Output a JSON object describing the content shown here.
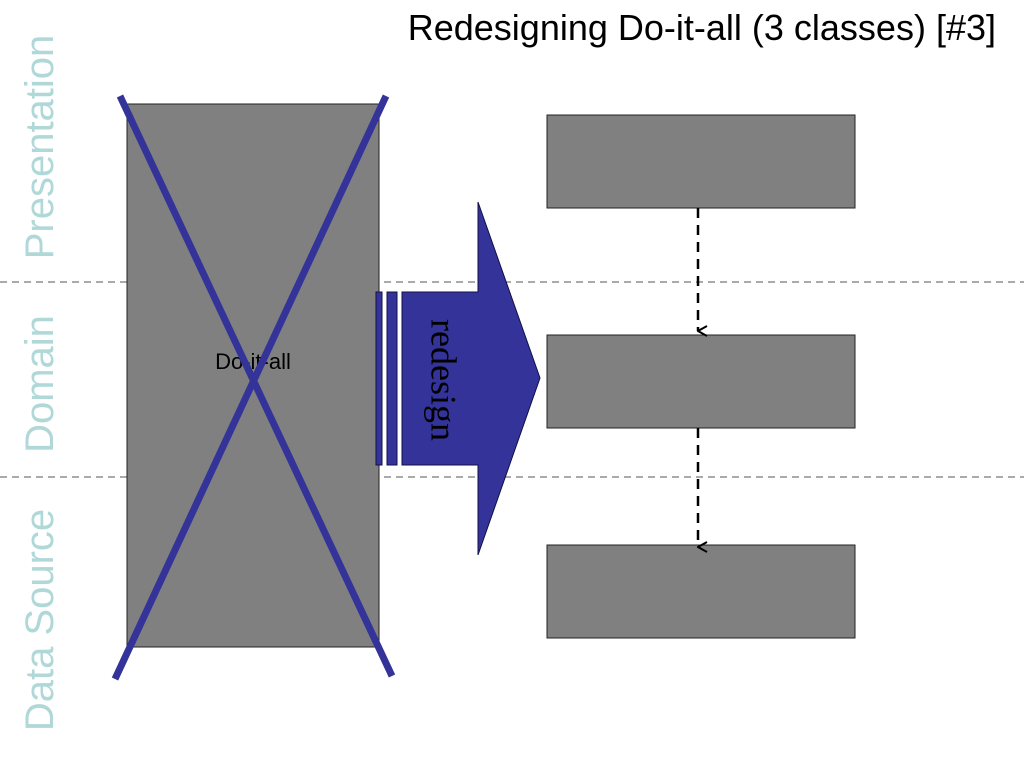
{
  "title": "Redesigning Do-it-all (3 classes) [#3]",
  "layers": [
    {
      "name": "Presentation"
    },
    {
      "name": "Domain"
    },
    {
      "name": "Data Source"
    }
  ],
  "do_it_all_label": "Do-it-all",
  "arrow_label": "redesign",
  "colors": {
    "layer_label": "#b0d8d8",
    "box_fill": "#808080",
    "accent": "#333399",
    "divider": "#555555"
  }
}
